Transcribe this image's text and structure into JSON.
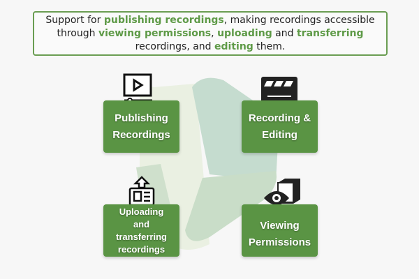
{
  "header": {
    "parts": [
      {
        "text": "Support for ",
        "hl": false
      },
      {
        "text": "publishing recordings",
        "hl": true
      },
      {
        "text": ", making recordings accessible through ",
        "hl": false
      },
      {
        "text": "viewing permissions",
        "hl": true
      },
      {
        "text": ", ",
        "hl": false
      },
      {
        "text": "uploading",
        "hl": true
      },
      {
        "text": " and ",
        "hl": false
      },
      {
        "text": "transferring",
        "hl": true
      },
      {
        "text": " recordings, and ",
        "hl": false
      },
      {
        "text": "editing",
        "hl": true
      },
      {
        "text": " them.",
        "hl": false
      }
    ]
  },
  "cards": {
    "publishing": "Publishing Recordings",
    "recording": "Recording & Editing",
    "uploading": "Uploading and transferring recordings",
    "viewing": "Viewing Permissions"
  },
  "colors": {
    "accent": "#5a9444",
    "highlight": "#5e9a47"
  }
}
